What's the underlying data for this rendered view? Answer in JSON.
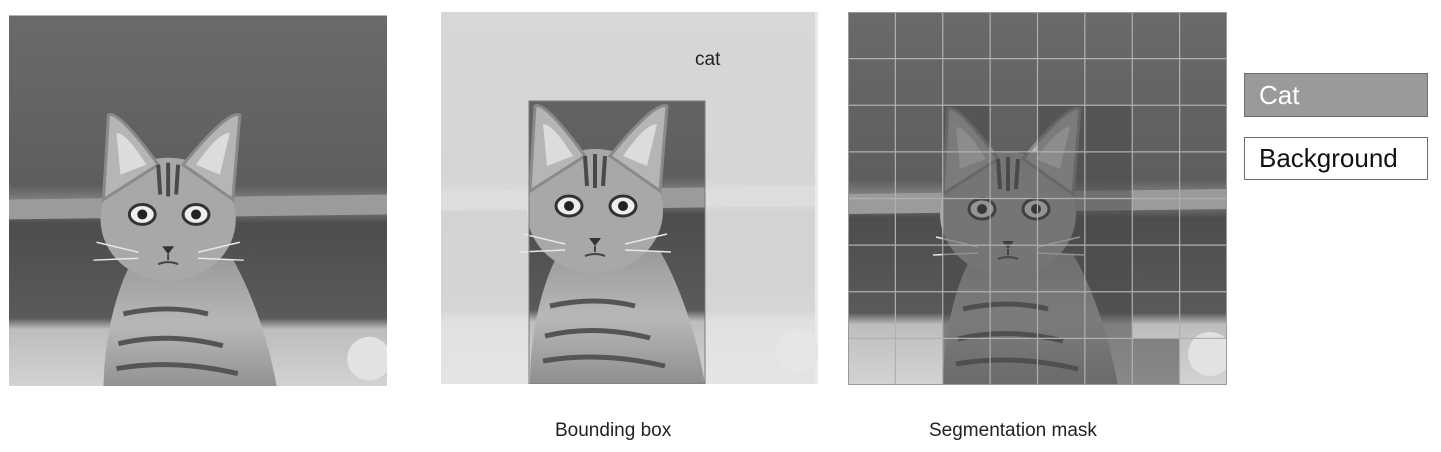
{
  "panels": {
    "bounding_box": {
      "label": "cat",
      "caption": "Bounding box"
    },
    "segmentation": {
      "caption": "Segmentation mask"
    }
  },
  "legend": [
    {
      "label": "Cat",
      "color": "#9a9a9a"
    },
    {
      "label": "Background",
      "color": "#ffffff"
    }
  ],
  "segmentation_mask": {
    "rows": 8,
    "cols": 8,
    "cells": [
      [
        0,
        0,
        0,
        0,
        0,
        0,
        0,
        0
      ],
      [
        0,
        0,
        0,
        0,
        0,
        0,
        0,
        0
      ],
      [
        0,
        0,
        1,
        0,
        1,
        1,
        0,
        0
      ],
      [
        0,
        0,
        1,
        1,
        1,
        1,
        0,
        0
      ],
      [
        0,
        0,
        1,
        1,
        1,
        1,
        0,
        0
      ],
      [
        0,
        0,
        1,
        1,
        1,
        1,
        0,
        0
      ],
      [
        0,
        0,
        1,
        1,
        1,
        1,
        0,
        0
      ],
      [
        0,
        0,
        1,
        1,
        1,
        1,
        1,
        0
      ]
    ]
  }
}
